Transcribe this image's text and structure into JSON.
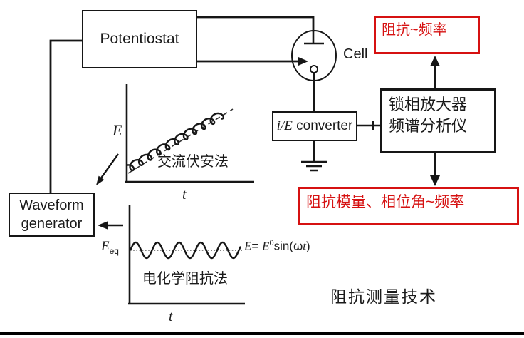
{
  "diagram": {
    "boxes": {
      "potentiostat": {
        "label": "Potentiostat"
      },
      "waveform_generator": {
        "line1": "Waveform",
        "line2": "generator"
      },
      "ie_converter": {
        "italic_part": "i/E",
        "rest": " converter"
      },
      "lockin_spectrum": {
        "line1": "锁相放大器",
        "line2": "频谱分析仪"
      },
      "impedance_vs_frequency": {
        "label": "阻抗~频率"
      },
      "modulus_phase_vs_frequency": {
        "label": "阻抗模量、相位角~频率"
      }
    },
    "labels": {
      "cell": "Cell",
      "title": "阻抗测量技术",
      "ac_voltammetry": "交流伏安法",
      "eis_method": "电化学阻抗法",
      "graph1_y_axis": "E",
      "graph1_x_axis": "t",
      "graph2_x_axis": "t",
      "eeq_main": "E",
      "eeq_sub": "eq",
      "formula_e1": "E",
      "formula_eq": "= ",
      "formula_e2": "E",
      "formula_sup": "0",
      "formula_mid": "sin(ω",
      "formula_t": "t",
      "formula_close": ")"
    },
    "colors": {
      "accent_red": "#d61111",
      "ink": "#1a1a1a"
    }
  }
}
